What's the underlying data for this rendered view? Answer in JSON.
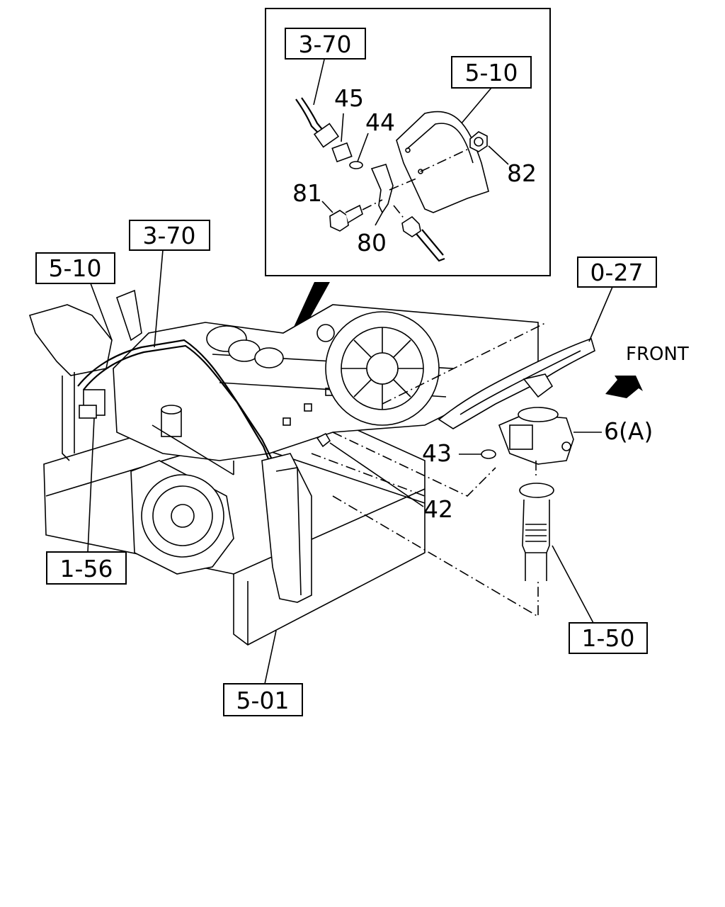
{
  "references": {
    "r370_inset": "3-70",
    "r510_inset": "5-10",
    "r370": "3-70",
    "r510": "5-10",
    "r027": "0-27",
    "r156": "1-56",
    "r150": "1-50",
    "r501": "5-01"
  },
  "callouts": {
    "c45": "45",
    "c44": "44",
    "c82": "82",
    "c81": "81",
    "c80": "80",
    "c43": "43",
    "c42": "42",
    "c6a": "6(A)"
  },
  "direction": {
    "label": "FRONT",
    "arrow_icon": "front-arrow-icon"
  }
}
